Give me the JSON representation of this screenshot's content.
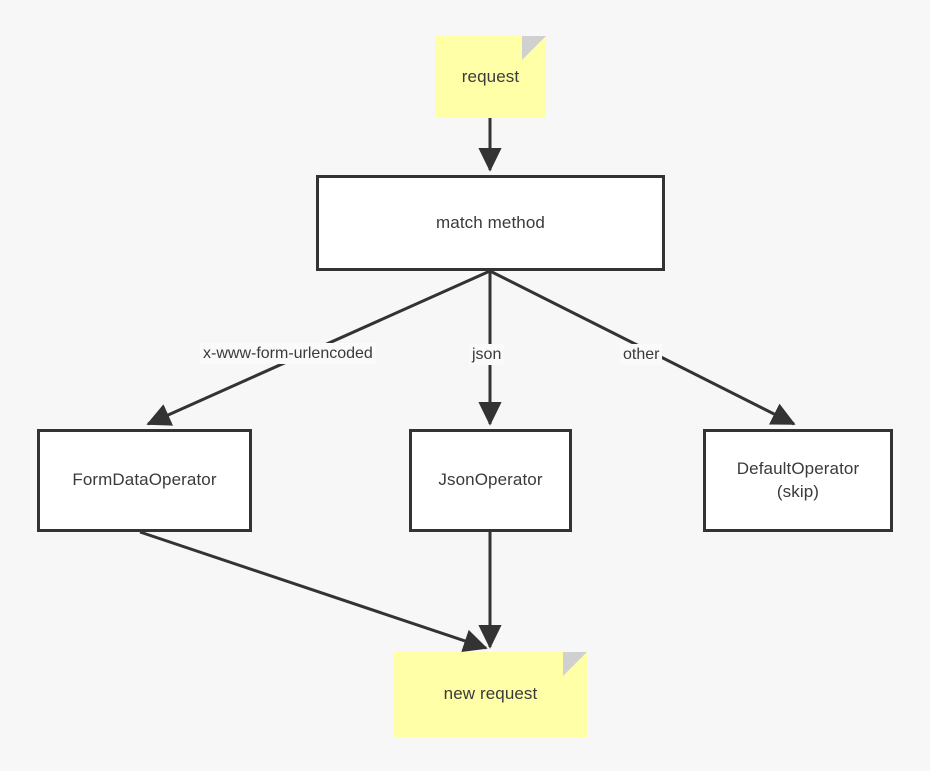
{
  "diagram": {
    "title": "request body operator selection flowchart",
    "background_color": "#f7f7f7",
    "node_border_color": "#333333",
    "note_fill_color": "#ffffa8",
    "note_fold_color": "#d0d0d0",
    "text_color": "#3a3a3a",
    "edge_color": "#333333"
  },
  "nodes": {
    "request": {
      "label": "request",
      "type": "note"
    },
    "match_method": {
      "label": "match method",
      "type": "process"
    },
    "form_data_operator": {
      "label": "FormDataOperator",
      "type": "process"
    },
    "json_operator": {
      "label": "JsonOperator",
      "type": "process"
    },
    "default_operator": {
      "label": "DefaultOperator\n(skip)",
      "type": "process"
    },
    "new_request": {
      "label": "new request",
      "type": "note"
    }
  },
  "edge_labels": {
    "urlencoded": "x-www-form-urlencoded",
    "json": "json",
    "other": "other"
  },
  "edges": [
    {
      "from": "request",
      "to": "match_method",
      "label": ""
    },
    {
      "from": "match_method",
      "to": "form_data_operator",
      "label": "x-www-form-urlencoded"
    },
    {
      "from": "match_method",
      "to": "json_operator",
      "label": "json"
    },
    {
      "from": "match_method",
      "to": "default_operator",
      "label": "other"
    },
    {
      "from": "form_data_operator",
      "to": "new_request",
      "label": ""
    },
    {
      "from": "json_operator",
      "to": "new_request",
      "label": ""
    }
  ]
}
